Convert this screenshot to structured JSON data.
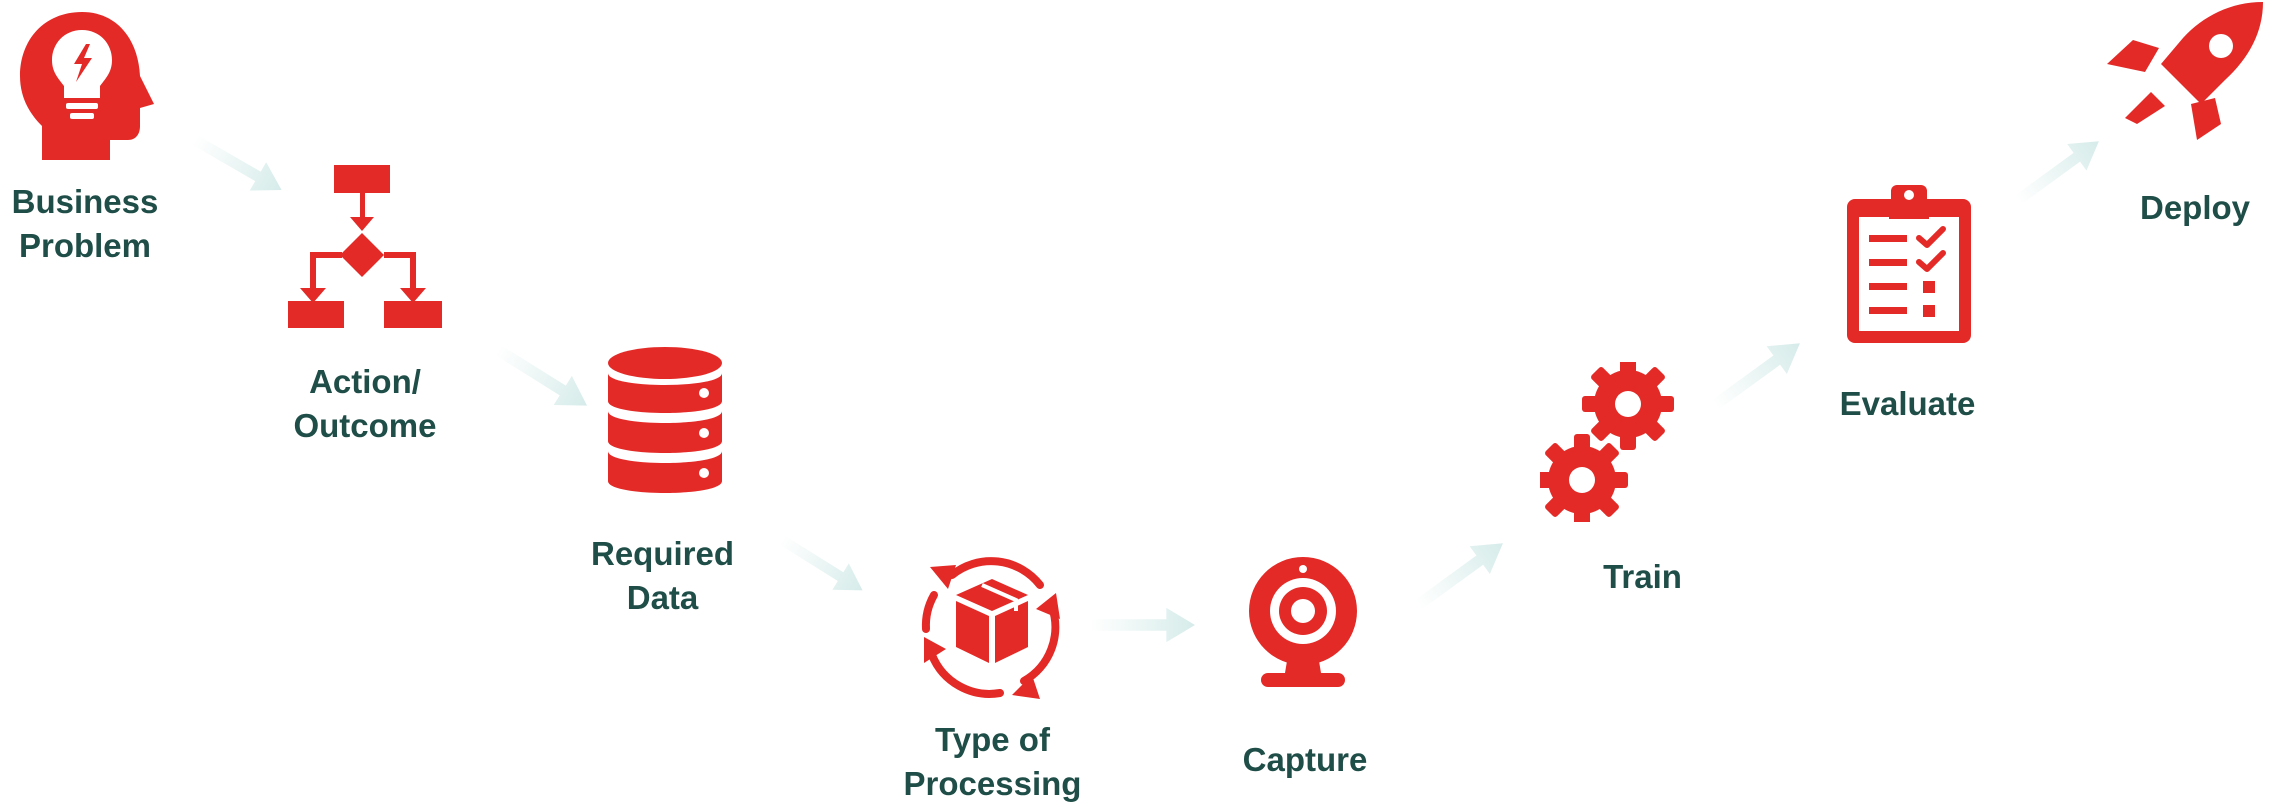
{
  "colors": {
    "icon": "#e32a27",
    "label": "#1f4d47",
    "arrow": "#d6ecea"
  },
  "steps": [
    {
      "icon": "head-lightbulb-icon",
      "lines": [
        "Business",
        "Problem"
      ]
    },
    {
      "icon": "flowchart-icon",
      "lines": [
        "Action/",
        "Outcome"
      ]
    },
    {
      "icon": "database-icon",
      "lines": [
        "Required",
        "Data"
      ]
    },
    {
      "icon": "box-cycle-icon",
      "lines": [
        "Type of",
        "Processing"
      ]
    },
    {
      "icon": "webcam-icon",
      "lines": [
        "Capture"
      ]
    },
    {
      "icon": "gears-icon",
      "lines": [
        "Train"
      ]
    },
    {
      "icon": "clipboard-checklist-icon",
      "lines": [
        "Evaluate"
      ]
    },
    {
      "icon": "rocket-icon",
      "lines": [
        "Deploy"
      ]
    }
  ]
}
